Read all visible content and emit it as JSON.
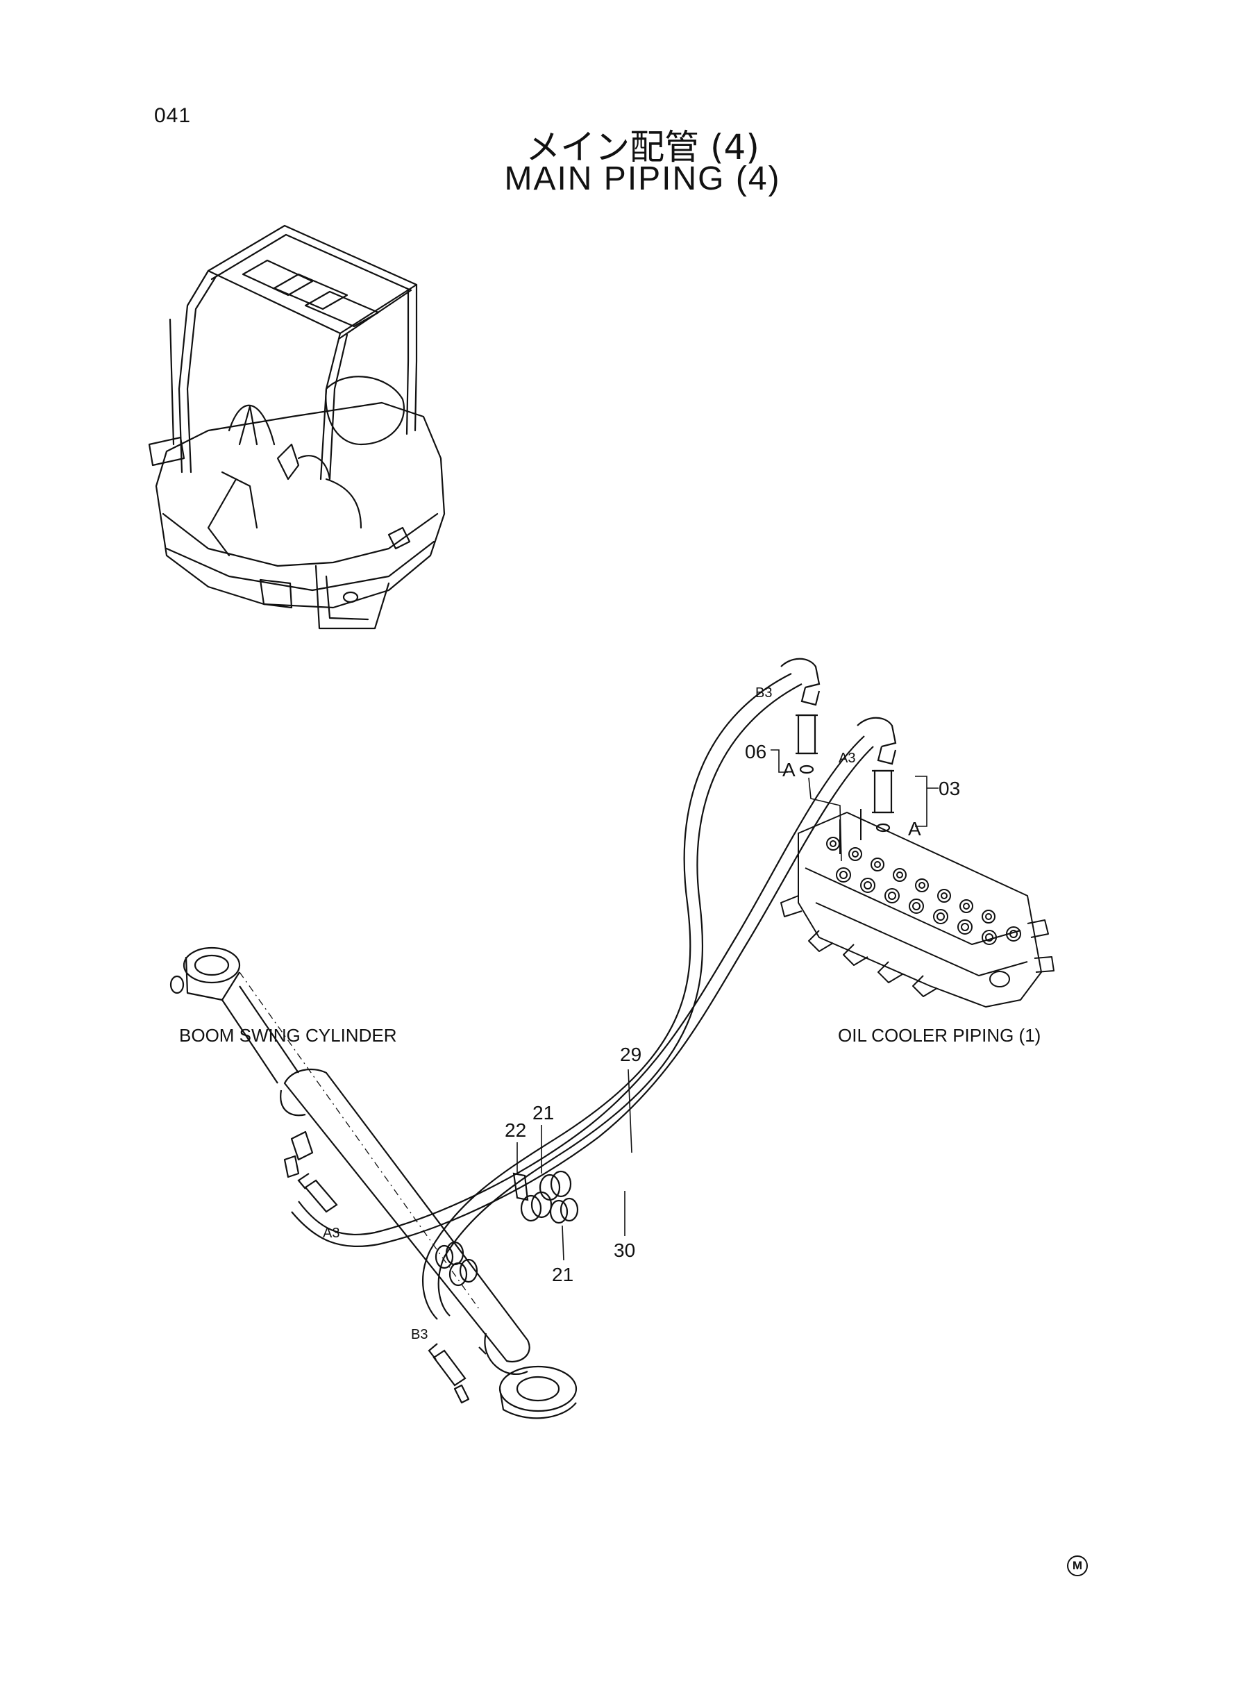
{
  "page": {
    "number": "041"
  },
  "title": {
    "jp": "メイン配管 (4)",
    "en": "MAIN PIPING (4)"
  },
  "references": {
    "boom_cylinder": "BOOM SWING CYLINDER",
    "oil_cooler": "OIL COOLER PIPING (1)"
  },
  "callouts": {
    "p03": "03",
    "p06": "06",
    "p21a": "21",
    "p21b": "21",
    "p22": "22",
    "p29": "29",
    "p30": "30"
  },
  "ports": {
    "a3_top": "A3",
    "b3_top": "B3",
    "a3_bottom": "A3",
    "b3_bottom": "B3"
  },
  "detail_marks": {
    "a1": "A",
    "a2": "A"
  },
  "corner_mark": "M"
}
